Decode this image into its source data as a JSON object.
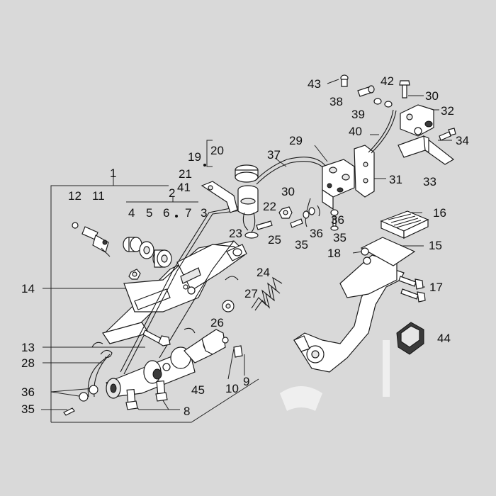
{
  "diagram": {
    "callouts": [
      {
        "id": "c1",
        "text": "1"
      },
      {
        "id": "c2",
        "text": "2"
      },
      {
        "id": "c3",
        "text": "3"
      },
      {
        "id": "c4",
        "text": "4"
      },
      {
        "id": "c5",
        "text": "5"
      },
      {
        "id": "c6",
        "text": "6"
      },
      {
        "id": "c7",
        "text": "7"
      },
      {
        "id": "c8",
        "text": "8"
      },
      {
        "id": "c9",
        "text": "9"
      },
      {
        "id": "c10",
        "text": "10"
      },
      {
        "id": "c11",
        "text": "11"
      },
      {
        "id": "c12",
        "text": "12"
      },
      {
        "id": "c13",
        "text": "13"
      },
      {
        "id": "c14",
        "text": "14"
      },
      {
        "id": "c15",
        "text": "15"
      },
      {
        "id": "c16",
        "text": "16"
      },
      {
        "id": "c17",
        "text": "17"
      },
      {
        "id": "c18",
        "text": "18"
      },
      {
        "id": "c19",
        "text": "19"
      },
      {
        "id": "c20",
        "text": "20"
      },
      {
        "id": "c21",
        "text": "21"
      },
      {
        "id": "c22",
        "text": "22"
      },
      {
        "id": "c23",
        "text": "23"
      },
      {
        "id": "c24",
        "text": "24"
      },
      {
        "id": "c25",
        "text": "25"
      },
      {
        "id": "c26",
        "text": "26"
      },
      {
        "id": "c27",
        "text": "27"
      },
      {
        "id": "c28",
        "text": "28"
      },
      {
        "id": "c29",
        "text": "29"
      },
      {
        "id": "c30a",
        "text": "30"
      },
      {
        "id": "c30b",
        "text": "30"
      },
      {
        "id": "c31",
        "text": "31"
      },
      {
        "id": "c32",
        "text": "32"
      },
      {
        "id": "c33",
        "text": "33"
      },
      {
        "id": "c34",
        "text": "34"
      },
      {
        "id": "c35a",
        "text": "35"
      },
      {
        "id": "c35b",
        "text": "35"
      },
      {
        "id": "c35c",
        "text": "35"
      },
      {
        "id": "c36a",
        "text": "36"
      },
      {
        "id": "c36b",
        "text": "36"
      },
      {
        "id": "c36c",
        "text": "36"
      },
      {
        "id": "c37",
        "text": "37"
      },
      {
        "id": "c38",
        "text": "38"
      },
      {
        "id": "c39",
        "text": "39"
      },
      {
        "id": "c40",
        "text": "40"
      },
      {
        "id": "c41",
        "text": "41"
      },
      {
        "id": "c42",
        "text": "42"
      },
      {
        "id": "c43",
        "text": "43"
      },
      {
        "id": "c44",
        "text": "44"
      },
      {
        "id": "c45",
        "text": "45"
      }
    ]
  },
  "colors": {
    "background": "#d9d9d9",
    "line": "#1a1a1a",
    "part_fill": "#ffffff"
  }
}
